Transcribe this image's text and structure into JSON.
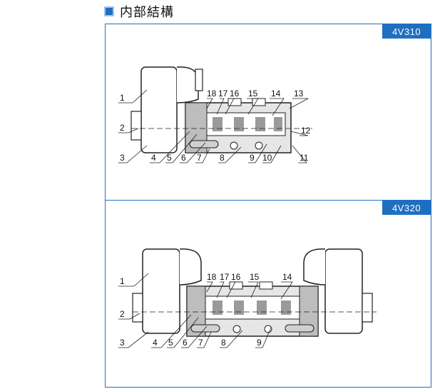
{
  "heading": {
    "title": "内部結構",
    "icon": "square-bullet-icon",
    "icon_color": "#1f6fc1"
  },
  "panels": [
    {
      "model": "4V310",
      "labels": [
        "1",
        "2",
        "3",
        "4",
        "5",
        "6",
        "7",
        "8",
        "9",
        "10",
        "11",
        "12",
        "13",
        "14",
        "15",
        "16",
        "17",
        "18"
      ]
    },
    {
      "model": "4V320",
      "labels": [
        "1",
        "2",
        "3",
        "4",
        "5",
        "6",
        "7",
        "8",
        "9",
        "14",
        "15",
        "16",
        "17",
        "18"
      ]
    }
  ],
  "colors": {
    "accent": "#1f6fc1"
  }
}
